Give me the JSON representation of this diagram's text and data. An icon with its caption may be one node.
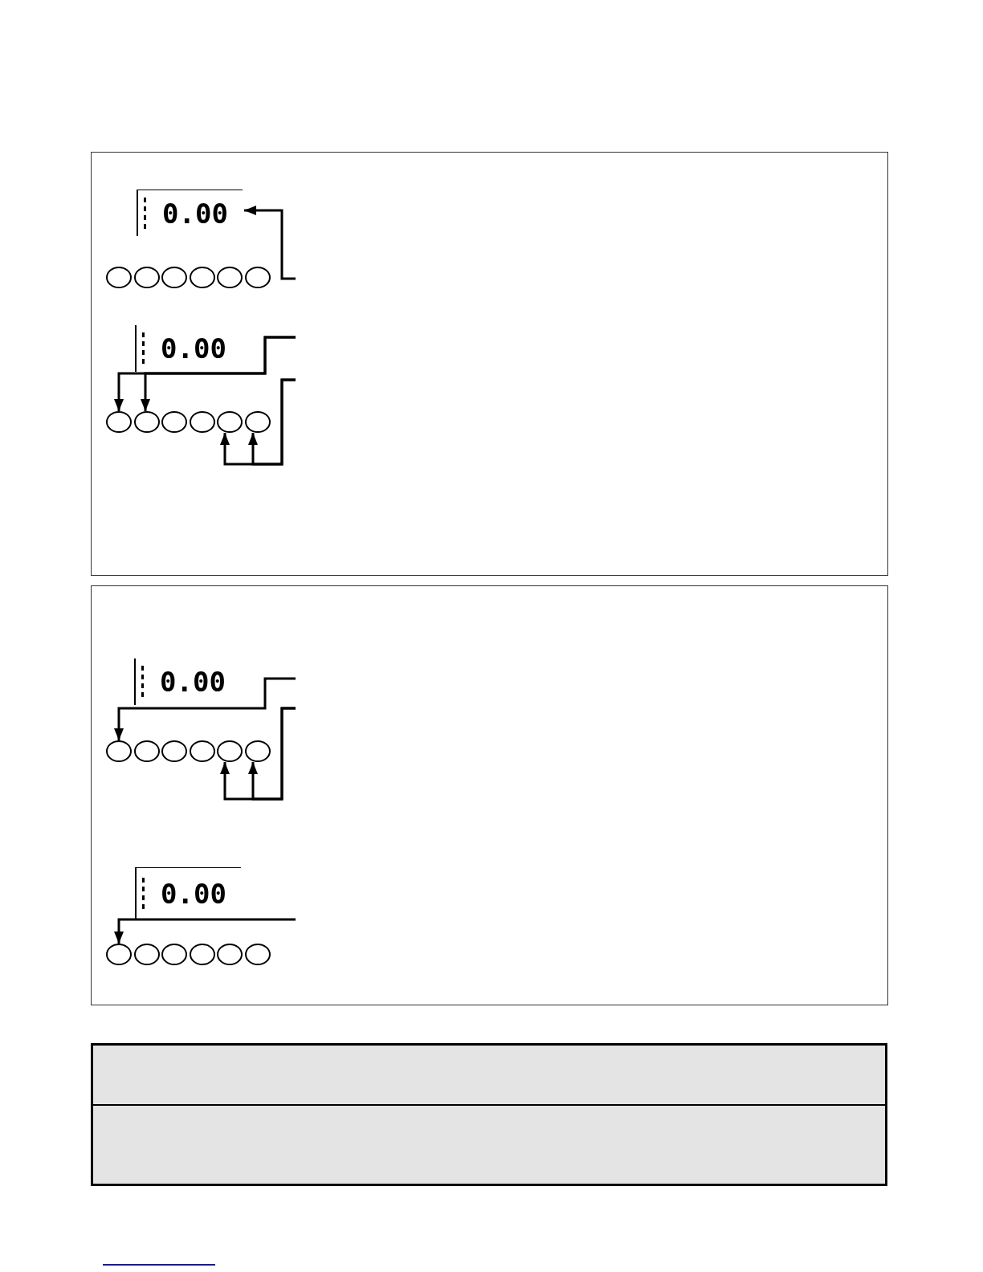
{
  "diagram": {
    "nodes": [
      {
        "text": [
          "0.00"
        ]
      },
      {
        "text": [],
        "shape": "circle"
      },
      {
        "text": [],
        "shape": "circle"
      },
      {
        "text": [],
        "shape": "circle"
      },
      {
        "text": [],
        "shape": "circle"
      },
      {
        "text": [],
        "shape": "circle"
      },
      {
        "text": [],
        "shape": "circle"
      },
      {
        "text": [
          "0.00"
        ]
      },
      {
        "text": [],
        "shape": "circle"
      },
      {
        "text": [],
        "shape": "circle"
      },
      {
        "text": [],
        "shape": "circle"
      },
      {
        "text": [],
        "shape": "circle"
      },
      {
        "text": [],
        "shape": "circle"
      },
      {
        "text": [],
        "shape": "circle"
      },
      {
        "text": [
          "0.00"
        ]
      },
      {
        "text": [],
        "shape": "circle"
      },
      {
        "text": [],
        "shape": "circle"
      },
      {
        "text": [],
        "shape": "circle"
      },
      {
        "text": [],
        "shape": "circle"
      },
      {
        "text": [],
        "shape": "circle"
      },
      {
        "text": [],
        "shape": "circle"
      },
      {
        "text": [
          "0.00"
        ]
      },
      {
        "text": [],
        "shape": "circle"
      },
      {
        "text": [],
        "shape": "circle"
      },
      {
        "text": [],
        "shape": "circle"
      },
      {
        "text": [],
        "shape": "circle"
      },
      {
        "text": [],
        "shape": "circle"
      },
      {
        "text": [],
        "shape": "circle"
      }
    ],
    "edges": [
      {
        "from": null,
        "to": 0,
        "arrow": "to"
      },
      {
        "from": null,
        "to": 8,
        "arrow": "to"
      },
      {
        "from": null,
        "to": 9,
        "arrow": "to"
      },
      {
        "from": null,
        "to": 12,
        "arrow": "to"
      },
      {
        "from": null,
        "to": 13,
        "arrow": "to"
      },
      {
        "from": null,
        "to": 15,
        "arrow": "to"
      },
      {
        "from": null,
        "to": 19,
        "arrow": "to"
      },
      {
        "from": null,
        "to": 20,
        "arrow": "to"
      },
      {
        "from": null,
        "to": 22,
        "arrow": "to"
      }
    ]
  }
}
